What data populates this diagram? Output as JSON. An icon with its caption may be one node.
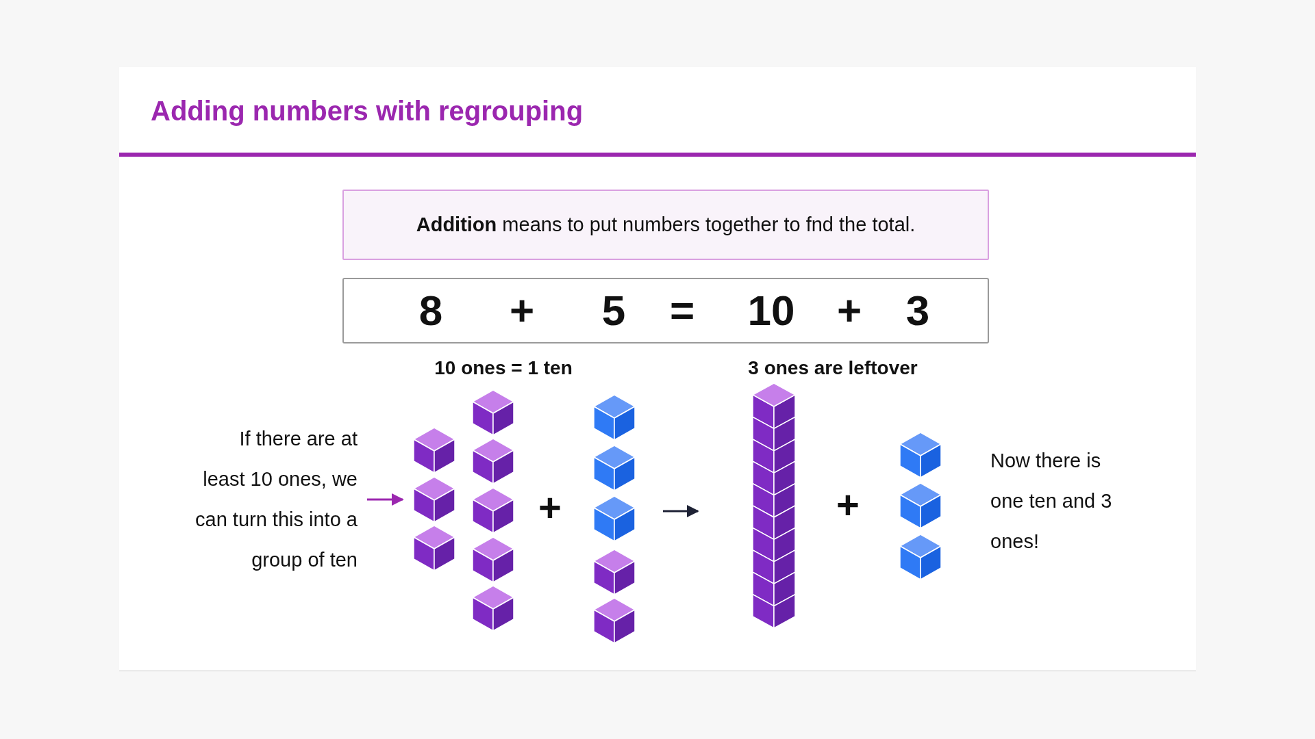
{
  "diagram": {
    "title": "Adding numbers with regrouping",
    "nodes": [
      {
        "text": [
          "**Addition** means to put numbers together to fnd the total."
        ]
      },
      {
        "text": [
          "8",
          "+",
          "5",
          "=",
          "10",
          "+",
          "3"
        ]
      },
      {
        "text": [
          "If there are at least 10 ones, we can turn this into a group of ten"
        ]
      },
      {
        "text": [],
        "shape": "picture"
      },
      {
        "text": [],
        "shape": "picture"
      },
      {
        "text": [],
        "shape": "picture"
      },
      {
        "text": [],
        "shape": "picture"
      },
      {
        "text": [
          "Now there is one ten and 3 ones!"
        ]
      }
    ],
    "edges": [
      {
        "from": 2,
        "to": 3,
        "arrow": "to",
        "color": "#9b27af"
      },
      {
        "from": 4,
        "to": 5,
        "arrow": "to",
        "color": "#1e2235"
      }
    ],
    "labels": [
      "10 ones = 1 ten",
      "3 ones are leftover",
      "+",
      "+"
    ]
  }
}
